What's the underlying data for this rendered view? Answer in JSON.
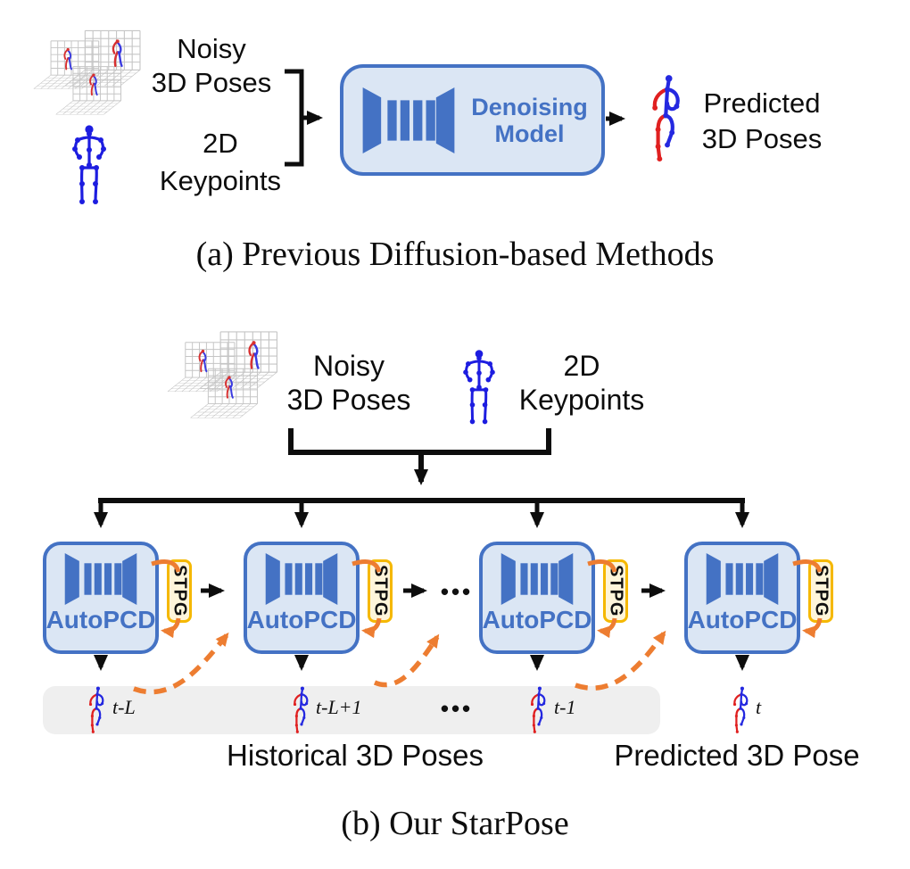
{
  "figure": {
    "panel_a": {
      "input_noisy": {
        "line1": "Noisy",
        "line2": "3D Poses"
      },
      "input_2d": {
        "line1": "2D",
        "line2": "Keypoints"
      },
      "model": {
        "line1": "Denoising",
        "line2": "Model"
      },
      "output": {
        "line1": "Predicted",
        "line2": "3D Poses"
      },
      "caption": "(a) Previous Diffusion-based Methods"
    },
    "panel_b": {
      "input_noisy": {
        "line1": "Noisy",
        "line2": "3D Poses"
      },
      "input_2d": {
        "line1": "2D",
        "line2": "Keypoints"
      },
      "blocks": [
        {
          "label": "AutoPCD",
          "tag": "STPG",
          "time_label": "t-L"
        },
        {
          "label": "AutoPCD",
          "tag": "STPG",
          "time_label": "t-L+1"
        },
        {
          "label": "AutoPCD",
          "tag": "STPG",
          "time_label": "t-1"
        },
        {
          "label": "AutoPCD",
          "tag": "STPG",
          "time_label": "t"
        }
      ],
      "ellipsis_blocks": "•••",
      "ellipsis_outputs": "•••",
      "historical_label": "Historical 3D Poses",
      "predicted_label": "Predicted 3D Pose",
      "caption": "(b) Our StarPose"
    },
    "colors": {
      "accent_blue": "#4472C4",
      "box_fill": "#DBE6F4",
      "tag_fill": "#FEF5DA",
      "tag_border": "#F5B800",
      "orange": "#ED7D31",
      "gray_bar": "#EFEFEF",
      "pose_red": "#E02020",
      "pose_blue": "#2222DD",
      "black": "#0D0D0D"
    },
    "icons": {
      "model_icon": "encoder-decoder-bowtie-icon",
      "grid_icon": "noisy-3d-poses-grid-thumbnail",
      "pose2d_icon": "2d-keypoints-skeleton-icon",
      "pose3d_icon": "3d-pose-skeleton-icon"
    }
  }
}
